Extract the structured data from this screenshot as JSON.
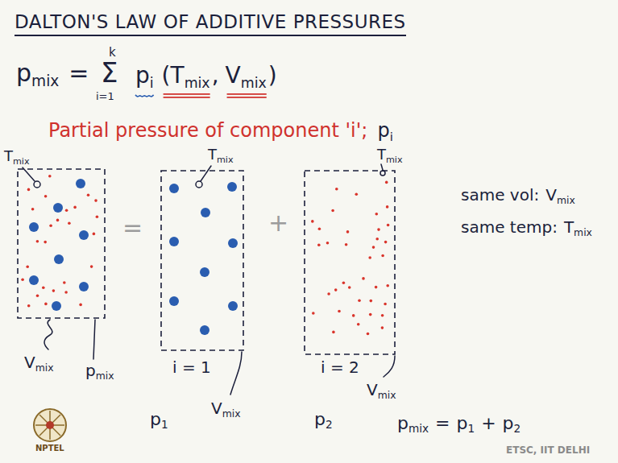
{
  "diagram": {
    "title": "DALTON'S LAW OF ADDITIVE PRESSURES",
    "labels": [
      "p",
      "mix",
      "=",
      "k",
      "Σ",
      "i=1",
      "p",
      "i",
      "(T",
      "mix",
      ",",
      "V",
      "mix",
      ")",
      "Partial pressure of component 'i';",
      "p",
      "i",
      "T",
      "mix",
      "T",
      "mix",
      "T",
      "mix",
      "same vol:",
      "V",
      "mix",
      "same temp:",
      "T",
      "mix",
      "=",
      "+",
      "V",
      "mix",
      "p",
      "mix",
      "i = 1",
      "p",
      "1",
      "V",
      "mix",
      "i = 2",
      "V",
      "mix",
      "p",
      "2",
      "p",
      "mix",
      "=",
      "p",
      "1",
      "+",
      "p",
      "2",
      "NPTEL",
      "ETSC, IIT DELHI"
    ]
  }
}
